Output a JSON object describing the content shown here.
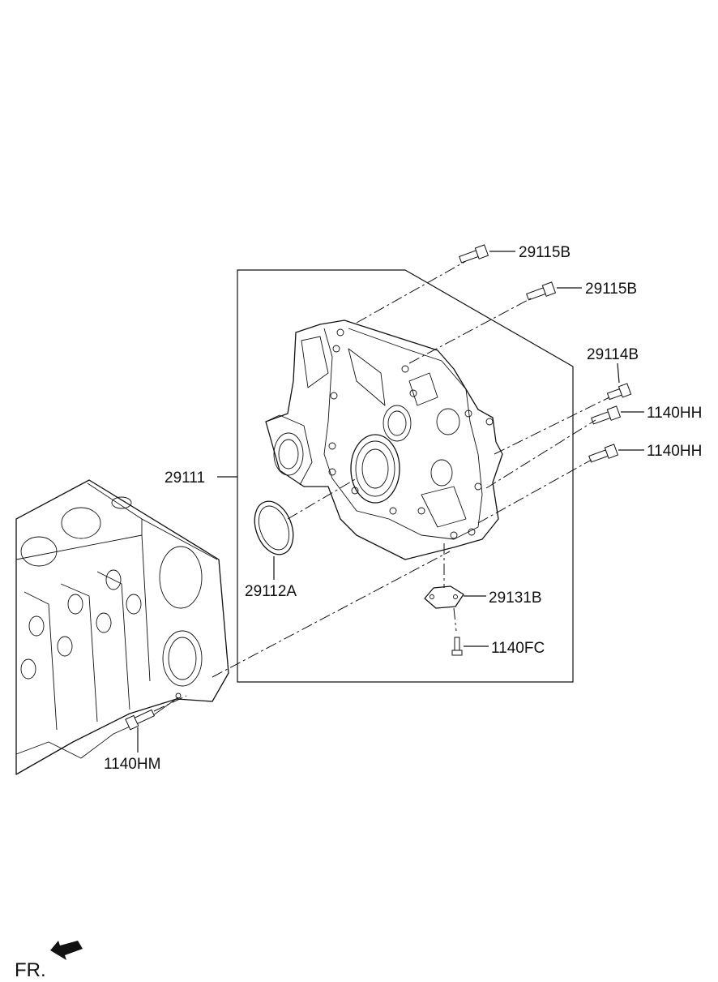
{
  "labels": {
    "bolt_29115b_top": "29115B",
    "bolt_29115b_second": "29115B",
    "bolt_29114b": "29114B",
    "bolt_1140hh_top": "1140HH",
    "bolt_1140hh_bottom": "1140HH",
    "housing_29111": "29111",
    "seal_29112a": "29112A",
    "cover_29131b": "29131B",
    "bolt_1140fc": "1140FC",
    "bolt_1140hm": "1140HM"
  },
  "direction_marker": "FR."
}
